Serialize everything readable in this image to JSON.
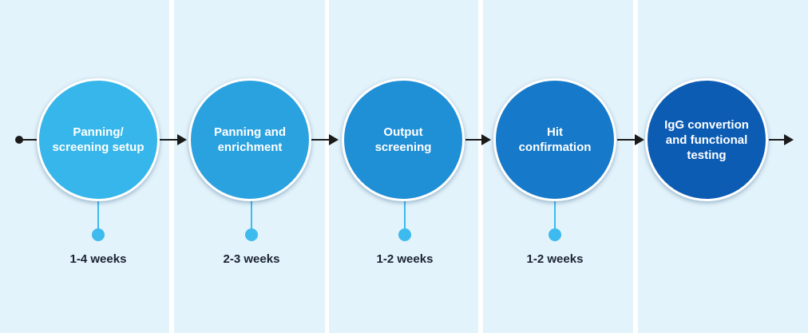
{
  "steps": [
    {
      "label": "Panning/\nscreening setup",
      "duration": "1-4 weeks",
      "color": "#36b6ea"
    },
    {
      "label": "Panning and\nenrichment",
      "duration": "2-3 weeks",
      "color": "#2aa2e0"
    },
    {
      "label": "Output\nscreening",
      "duration": "1-2 weeks",
      "color": "#1f8fd6"
    },
    {
      "label": "Hit\nconfirmation",
      "duration": "1-2 weeks",
      "color": "#1679c9"
    },
    {
      "label": "IgG convertion\nand functional\ntesting",
      "duration": "",
      "color": "#0c5cb4"
    }
  ],
  "colors": {
    "column_bg": "#e3f3fb",
    "connector_dot": "#3dbaee",
    "arrow": "#1a1a1a"
  }
}
